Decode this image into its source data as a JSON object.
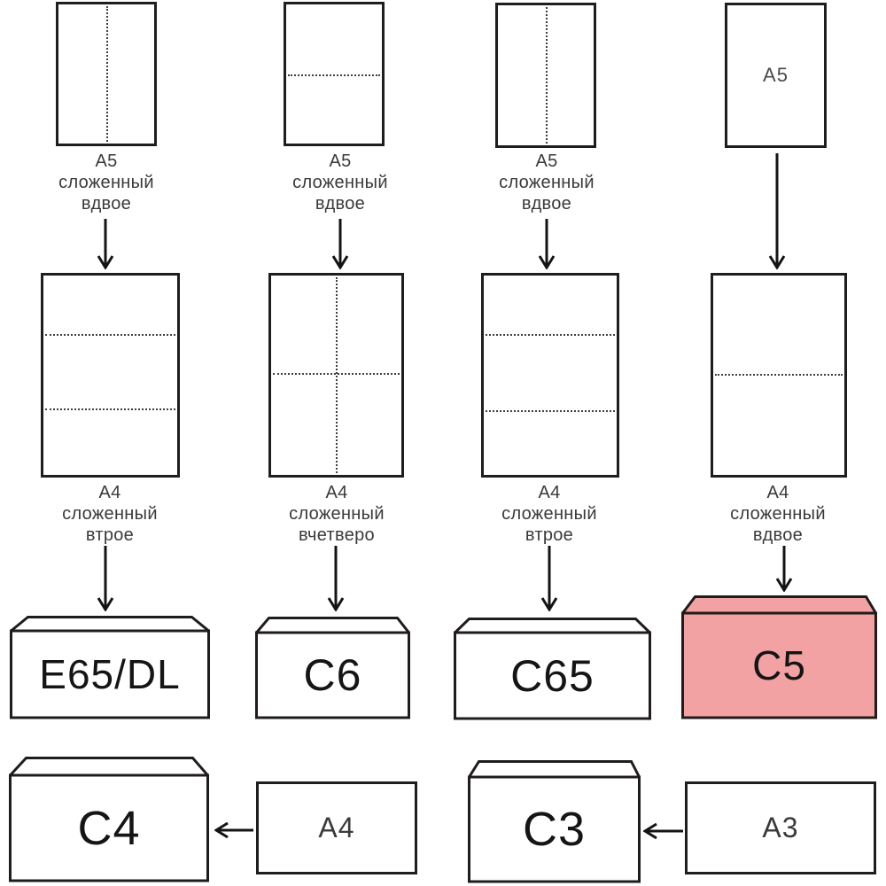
{
  "colors": {
    "highlight": "#f2a2a2",
    "outline": "#201c1c",
    "label_text": "#3a3a3a"
  },
  "columns": [
    {
      "paper1": {
        "label": [
          "A5",
          "сложенный",
          "вдвое"
        ],
        "fold": "vertical-half"
      },
      "paper2": {
        "label": [
          "A4",
          "сложенный",
          "втрое"
        ],
        "fold": "horizontal-thirds"
      },
      "envelope": {
        "name": "E65/DL",
        "highlighted": false
      }
    },
    {
      "paper1": {
        "label": [
          "A5",
          "сложенный",
          "вдвое"
        ],
        "fold": "horizontal-half"
      },
      "paper2": {
        "label": [
          "A4",
          "сложенный",
          "вчетверо"
        ],
        "fold": "cross-quarters"
      },
      "envelope": {
        "name": "C6",
        "highlighted": false
      }
    },
    {
      "paper1": {
        "label": [
          "A5",
          "сложенный",
          "вдвое"
        ],
        "fold": "vertical-half"
      },
      "paper2": {
        "label": [
          "A4",
          "сложенный",
          "втрое"
        ],
        "fold": "horizontal-thirds"
      },
      "envelope": {
        "name": "C65",
        "highlighted": false
      }
    },
    {
      "paper1": {
        "text_inside": "A5",
        "fold": "none"
      },
      "paper2": {
        "label": [
          "A4",
          "сложенный",
          "вдвое"
        ],
        "fold": "horizontal-half"
      },
      "envelope": {
        "name": "C5",
        "highlighted": true
      }
    }
  ],
  "bottom": [
    {
      "envelope": "C4",
      "paper": "A4"
    },
    {
      "envelope": "C3",
      "paper": "A3"
    }
  ]
}
